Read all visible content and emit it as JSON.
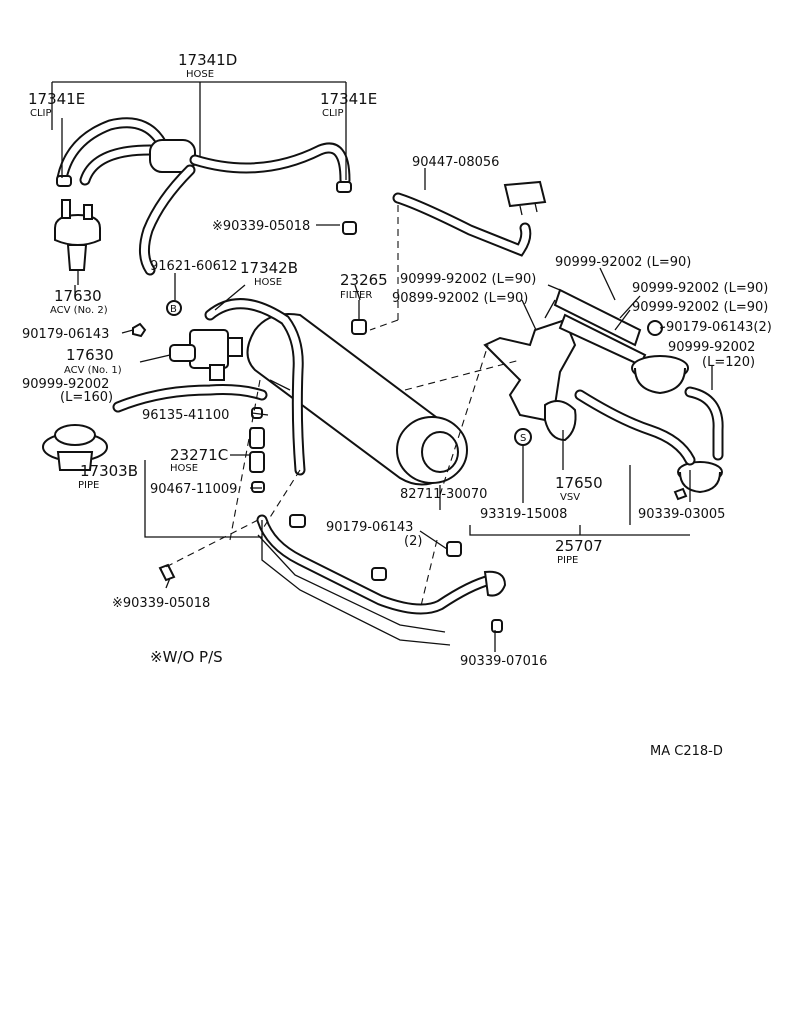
{
  "labels": {
    "p17341D": "17341D",
    "hose1": "HOSE",
    "p17341E_l": "17341E",
    "clip_l": "CLIP",
    "p17341E_r": "17341E",
    "clip_r": "CLIP",
    "p90447": "90447-08056",
    "p90339_05018_top": "※90339-05018",
    "p17630_2": "17630",
    "acv2": "ACV (No. 2)",
    "p91621": "91621-60612",
    "p17342B": "17342B",
    "hose2": "HOSE",
    "p23265": "23265",
    "filter": "FILTER",
    "p90999_a": "90999-92002 (L=90)",
    "p90999_b": "90899-92002 (L=90)",
    "p90999_c": "90999-92002 (L=90)",
    "p90999_d": "90999-92002 (L=90)",
    "p90999_e": "90999-92002 (L=90)",
    "p90179_r": "90179-06143(2)",
    "p90999_f": "90999-92002",
    "l120": "(L=120)",
    "p90179_l": "90179-06143",
    "p17630_1": "17630",
    "acv1": "ACV (No. 1)",
    "p90999_g": "90999-92002",
    "l160": "(L=160)",
    "p96135": "96135-41100",
    "p23271C": "23271C",
    "hose3": "HOSE",
    "p17303B": "17303B",
    "pipe1": "PIPE",
    "p90467": "90467-11009",
    "p82711": "82711-30070",
    "p17650": "17650",
    "vsv": "VSV",
    "p93319": "93319-15008",
    "p90339_03005": "90339-03005",
    "p90179_c": "90179-06143",
    "two": "(2)",
    "p25707": "25707",
    "pipe2": "PIPE",
    "p90339_05018_bot": "※90339-05018",
    "p90339_07016": "90339-07016",
    "wo_ps": "※W/O  P/S",
    "ref": "MA C218-D",
    "markB": "B",
    "markS": "S"
  }
}
